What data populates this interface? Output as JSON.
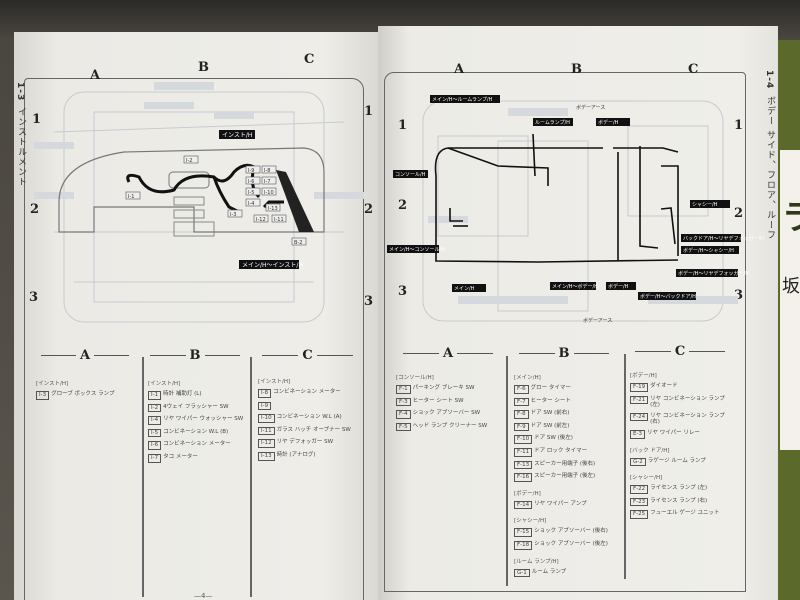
{
  "left_page": {
    "section": "1-3",
    "section_title": "インストルメント",
    "columns": [
      "A",
      "B",
      "C"
    ],
    "rows": [
      "1",
      "2",
      "3"
    ],
    "diagram_labels": {
      "harness": "インスト/H",
      "main_to_inst": "メイン/H～インスト/H",
      "connectors": [
        "I-1",
        "I-2",
        "I-3",
        "I-4",
        "I-5",
        "I-6",
        "I-7",
        "I-8",
        "I-9",
        "I-10",
        "I-11",
        "I-12",
        "I-13",
        "B-2"
      ]
    },
    "lists": [
      {
        "col": "A",
        "groups": [
          {
            "title": "[インスト/H]",
            "items": [
              {
                "code": "I-3",
                "name": "グローブ ボックス ランプ"
              }
            ]
          }
        ]
      },
      {
        "col": "B",
        "groups": [
          {
            "title": "[インスト/H]",
            "items": [
              {
                "code": "I-1",
                "name": "時計 補助灯 (L)"
              },
              {
                "code": "I-2",
                "name": "4ウェイ フラッシャー SW"
              },
              {
                "code": "I-4",
                "name": "リヤ ワイパー ウォッシャー SW"
              },
              {
                "code": "I-5",
                "name": "コンビネーション W.L (B)"
              },
              {
                "code": "I-6",
                "name": "コンビネーション メーター"
              },
              {
                "code": "I-7",
                "name": "タコ メーター"
              }
            ]
          }
        ]
      },
      {
        "col": "C",
        "groups": [
          {
            "title": "[インスト/H]",
            "items": [
              {
                "code": "I-8",
                "name": "コンビネーション メーター"
              },
              {
                "code": "I-9",
                "name": ""
              },
              {
                "code": "I-10",
                "name": "コンビネーション W.L (A)"
              },
              {
                "code": "I-11",
                "name": "ガラス ハッチ オープナー SW"
              },
              {
                "code": "I-12",
                "name": "リヤ デフォッガー SW"
              },
              {
                "code": "I-13",
                "name": "時計 (アナログ)"
              }
            ]
          }
        ]
      }
    ],
    "page_number": "—4—"
  },
  "right_page": {
    "section": "1-4",
    "section_title": "ボデー サイド、フロア、ルーフ",
    "columns": [
      "A",
      "B",
      "C"
    ],
    "rows": [
      "1",
      "2",
      "3"
    ],
    "diagram_labels": [
      "メイン/H～ルームランプ/H",
      "ルームランプ/H",
      "ボデー/H",
      "ボデーアース",
      "コンソール/H",
      "シャシー/H",
      "メイン/H～コンソール/H",
      "バックドア/H～リヤデフォッガー/H",
      "ボデー/H～シャシー/H",
      "ボデー/H～リヤデフォッガー/H",
      "メイン/H～ボデー/H",
      "ボデー/H",
      "ボデー/H～バックドア/H",
      "メイン/H",
      "ボデーアース"
    ],
    "lists": [
      {
        "col": "A",
        "groups": [
          {
            "title": "[コンソール/H]",
            "items": [
              {
                "code": "F-1",
                "name": "パーキング ブレーキ SW"
              },
              {
                "code": "F-3",
                "name": "ヒーター シート SW"
              },
              {
                "code": "F-4",
                "name": "ショック アブソーバー SW"
              },
              {
                "code": "F-5",
                "name": "ヘッド ランプ クリーナー SW"
              }
            ]
          }
        ]
      },
      {
        "col": "B",
        "groups": [
          {
            "title": "[メイン/H]",
            "items": [
              {
                "code": "F-6",
                "name": "グロー タイマー"
              },
              {
                "code": "F-7",
                "name": "ヒーター シート"
              },
              {
                "code": "F-8",
                "name": "ドア SW (前右)"
              },
              {
                "code": "F-9",
                "name": "ドア SW (前左)"
              },
              {
                "code": "F-10",
                "name": "ドア SW (後左)"
              },
              {
                "code": "F-11",
                "name": "ドア ロック タイマー"
              },
              {
                "code": "F-13",
                "name": "スピーカー用端子 (後右)"
              },
              {
                "code": "F-16",
                "name": "スピーカー用端子 (後左)"
              }
            ]
          },
          {
            "title": "[ボデー/H]",
            "items": [
              {
                "code": "F-14",
                "name": "リヤ ワイパー アンプ"
              }
            ]
          },
          {
            "title": "[シャシー/H]",
            "items": [
              {
                "code": "F-15",
                "name": "ショック アブソーバー (後右)"
              },
              {
                "code": "F-18",
                "name": "ショック アブソーバー (後左)"
              }
            ]
          },
          {
            "title": "[ルーム ランプ/H]",
            "items": [
              {
                "code": "G-1",
                "name": "ルーム ランプ"
              }
            ]
          }
        ]
      },
      {
        "col": "C",
        "groups": [
          {
            "title": "[ボデー/H]",
            "items": [
              {
                "code": "F-19",
                "name": "ダイオード"
              },
              {
                "code": "F-21",
                "name": "リヤ コンビネーション ランプ (左)"
              },
              {
                "code": "F-24",
                "name": "リヤ コンビネーション ランプ (右)"
              },
              {
                "code": "E-3",
                "name": "リヤ ワイパー リレー"
              }
            ]
          },
          {
            "title": "[バック ドア/H]",
            "items": [
              {
                "code": "G-2",
                "name": "ラゲージ ルーム ランプ"
              }
            ]
          },
          {
            "title": "[シャシー/H]",
            "items": [
              {
                "code": "F-22",
                "name": "ライセンス ランプ (左)"
              },
              {
                "code": "F-23",
                "name": "ライセンス ランプ (右)"
              },
              {
                "code": "F-25",
                "name": "フューエル ゲージ ユニット"
              }
            ]
          }
        ]
      }
    ]
  },
  "colors": {
    "paper": "#eeede8",
    "ink": "#222222",
    "tab_green": "#5b6a2a"
  }
}
